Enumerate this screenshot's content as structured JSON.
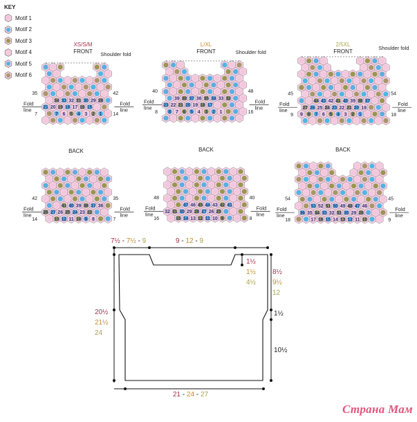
{
  "key": {
    "title": "KEY",
    "items": [
      {
        "label": "Motif 1",
        "color": "#f2c6dc"
      },
      {
        "label": "Motif 2",
        "color": "#4fb7e3"
      },
      {
        "label": "Motif 3",
        "color": "#9a9652"
      },
      {
        "label": "Motif 4",
        "color": "#f5c8de"
      },
      {
        "label": "Motif 5",
        "color": "#5aaee0"
      },
      {
        "label": "Motif 6",
        "color": "#a8976a"
      }
    ]
  },
  "fronts": [
    {
      "size": "XS/S/M",
      "label": "FRONT",
      "shoulder": "Shoulder fold",
      "nums": {
        "left_top": "35",
        "right_top": "42",
        "left_bottom": "7",
        "right_bottom": "14"
      },
      "row1": [
        "34",
        "33",
        "32",
        "31",
        "30",
        "29",
        "28"
      ],
      "row2": [
        "21",
        "20",
        "19",
        "18",
        "17",
        "16",
        "15"
      ],
      "row3": [
        "7",
        "6",
        "5",
        "4",
        "3",
        "2",
        "1"
      ]
    },
    {
      "size": "L/XL",
      "label": "FRONT",
      "shoulder": "Shoulder fold",
      "nums": {
        "left_top": "40",
        "right_top": "48",
        "left_bottom": "8",
        "right_bottom": "16"
      },
      "row1": [
        "39",
        "38",
        "37",
        "36",
        "35",
        "34",
        "33",
        "32"
      ],
      "row2": [
        "23",
        "22",
        "21",
        "20",
        "19",
        "18",
        "17"
      ],
      "row3": [
        "8",
        "7",
        "6",
        "5",
        "4",
        "3",
        "2",
        "1"
      ]
    },
    {
      "size": "2/5XL",
      "label": "FRONT",
      "shoulder": "Shoulder fold",
      "nums": {
        "left_top": "45",
        "right_top": "54",
        "left_bottom": "9",
        "right_bottom": "18"
      },
      "row1": [
        "44",
        "43",
        "42",
        "41",
        "40",
        "39",
        "38",
        "37"
      ],
      "row2": [
        "27",
        "26",
        "25",
        "24",
        "23",
        "22",
        "21",
        "20",
        "19"
      ],
      "row3": [
        "9",
        "8",
        "7",
        "6",
        "5",
        "4",
        "3",
        "2",
        "1"
      ]
    }
  ],
  "backs": [
    {
      "label": "BACK",
      "nums": {
        "left_top": "42",
        "right_top": "35",
        "left_bottom": "14",
        "right_bottom": "7"
      },
      "row1": [
        "41",
        "40",
        "39",
        "38",
        "37",
        "36"
      ],
      "row2": [
        "28",
        "27",
        "26",
        "25",
        "24",
        "23",
        "22"
      ],
      "row3": [
        "13",
        "12",
        "11",
        "10",
        "9",
        "8"
      ]
    },
    {
      "label": "BACK",
      "nums": {
        "left_top": "48",
        "right_top": "40",
        "left_bottom": "16",
        "right_bottom": "8"
      },
      "row1": [
        "47",
        "46",
        "45",
        "44",
        "43",
        "42",
        "41"
      ],
      "row2": [
        "32",
        "31",
        "30",
        "29",
        "28",
        "27",
        "26",
        "25"
      ],
      "row3": [
        "15",
        "14",
        "13",
        "12",
        "11",
        "10",
        "9"
      ]
    },
    {
      "label": "BACK",
      "nums": {
        "left_top": "54",
        "right_top": "45",
        "left_bottom": "18",
        "right_bottom": "9"
      },
      "row1": [
        "53",
        "52",
        "51",
        "50",
        "49",
        "48",
        "47",
        "46"
      ],
      "row2": [
        "36",
        "35",
        "34",
        "33",
        "32",
        "31",
        "30",
        "29",
        "28"
      ],
      "row3": [
        "17",
        "16",
        "15",
        "14",
        "13",
        "12",
        "11",
        "10"
      ]
    }
  ],
  "fold_line": {
    "word1": "Fold",
    "word2": "line"
  },
  "schematic": {
    "top_left": {
      "a": "7½",
      "sep1": " - ",
      "b": "7½",
      "sep2": " - ",
      "c": "9"
    },
    "top_mid": {
      "a": "9",
      "sep1": " - ",
      "b": "12",
      "sep2": " - ",
      "c": "9"
    },
    "neck_drop": [
      "1½",
      "1½",
      "4½"
    ],
    "armhole": [
      "8½",
      "9½",
      "12"
    ],
    "side_left": [
      "20½",
      "21½",
      "24"
    ],
    "side_gap": "1½",
    "lower": "10½",
    "bottom": {
      "a": "21",
      "sep1": " - ",
      "b": "24",
      "sep2": " - ",
      "c": "27"
    }
  },
  "watermark": "Страна Мам"
}
